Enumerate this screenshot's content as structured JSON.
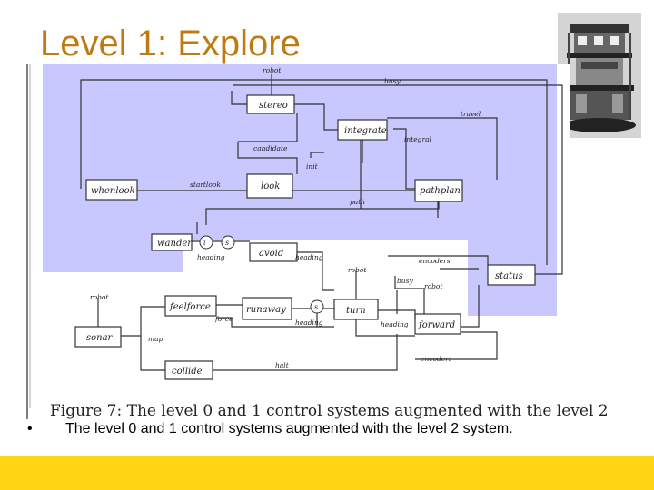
{
  "slide": {
    "title": "Level 1: Explore",
    "bullet_symbol": "•",
    "bullet_text": "The level 0 and 1 control systems augmented with the level 2 system.",
    "accent_color": "#ffd414",
    "title_color": "#bf7a14",
    "highlight_color": "#7b7bff"
  },
  "figure": {
    "caption": "Figure 7: The level 0 and 1 control systems augmented with the level 2",
    "modules": {
      "stereo": "stereo",
      "integrate": "integrate",
      "whenlook": "whenlook",
      "look": "look",
      "pathplan": "pathplan",
      "wander": "wander",
      "avoid": "avoid",
      "status": "status",
      "feelforce": "feelforce",
      "runaway": "runaway",
      "turn": "turn",
      "forward": "forward",
      "sonar": "sonar",
      "collide": "collide"
    },
    "wires": {
      "robot_top": "robot",
      "busy_top": "busy",
      "travel": "travel",
      "candidate": "candidate",
      "integral": "integral",
      "init": "init",
      "startlook": "startlook",
      "path": "path",
      "heading_wander": "heading",
      "heading_avoid": "heading",
      "encoders_mid": "encoders",
      "robot_mid": "robot",
      "busy_mid": "busy",
      "robot_forward": "robot",
      "robot_sonar": "robot",
      "map": "map",
      "force": "force",
      "heading_runaway": "heading",
      "heading_turn": "heading",
      "halt": "halt",
      "encoders_bottom": "encoders"
    },
    "suppressors": {
      "s_wander_1": "i",
      "s_wander_2": "s",
      "s_runaway": "s"
    }
  }
}
